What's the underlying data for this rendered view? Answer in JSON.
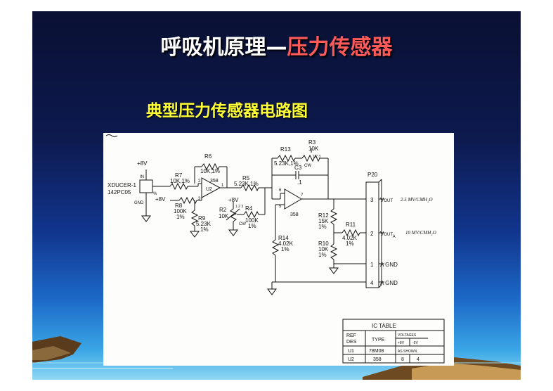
{
  "slide": {
    "title_main": "呼吸机原理—",
    "title_highlight": "压力传感器",
    "subtitle": "典型压力传感器电路图"
  },
  "schematic": {
    "supply_top": "+8V",
    "xducer_name": "XDUCER-1",
    "xducer_part": "142PC05",
    "xducer_in": "IN",
    "xducer_gnd": "GND",
    "xducer_pin_percent": "%",
    "r7": "R7",
    "r7_val": "10K,1%",
    "r6": "R6",
    "r6_val": "10K,1%",
    "u2_pin2": "2",
    "u2_pin3": "3",
    "u2_num": "358",
    "u2_out": "1",
    "u2_label": "U2",
    "plus8v_left": "+8V",
    "r8": "R8",
    "r8_val": "100K",
    "r8_tol": "1%",
    "r9": "R9",
    "r9_val": "5.23K",
    "r9_tol": "1%",
    "r5": "R5",
    "r5_val": "5.23K,1%",
    "plus8v_mid": "+8V",
    "r2": "R2",
    "r2_val": "10K",
    "r2_pins": "1 2 3",
    "cw": "CW",
    "r4": "R4",
    "r4_val": "100K",
    "r4_tol": "1%",
    "r13": "R13",
    "r13_val": "5.23K,1%",
    "r3": "R3",
    "r3_val": "10K",
    "r3_pins": "1 2 3",
    "c3": "C3",
    "c3_val": ".1",
    "u1_pin6": "6",
    "u1_pin5": "5",
    "u1_pin7": "7",
    "u1_num": "358",
    "r12": "R12",
    "r12_val": "15K",
    "r12_tol": "1%",
    "r11": "R11",
    "r11_val": "4.02K",
    "r11_tol": "1%",
    "r10": "R10",
    "r10_val": "10K",
    "r10_tol": "1%",
    "r14": "R14",
    "r14_val": "4.02K",
    "r14_tol": "1%",
    "connector": "P20",
    "pin3": "3",
    "pin2": "2",
    "pin1": "1",
    "pin4": "4",
    "vout": "V",
    "vout_sub": "OUT",
    "vouta_sub": "OUT",
    "vouta_suffix": "A",
    "agnd1": "A GND",
    "agnd4": "A GND",
    "note1": "2.5 MV/CMH₂O",
    "note2": "10 MV/CMH₂O"
  },
  "ic_table": {
    "title": "IC TABLE",
    "col_ref": "REF",
    "col_des": "DES",
    "col_type": "TYPE",
    "col_voltages": "VOLTAGES",
    "col_plus8": "+8V",
    "col_minus5": "-5V",
    "shown": "AS SHOWN",
    "rows": [
      {
        "ref": "U1",
        "type": "78M08",
        "a": "",
        "b": ""
      },
      {
        "ref": "U2",
        "type": "358",
        "a": "8",
        "b": "4"
      }
    ]
  },
  "colors": {
    "title": "#ffffff",
    "title_highlight": "#ff5a5a",
    "subtitle": "#ffff33",
    "background_top": "#0a1033",
    "background_bottom": "#8fd8f3"
  }
}
